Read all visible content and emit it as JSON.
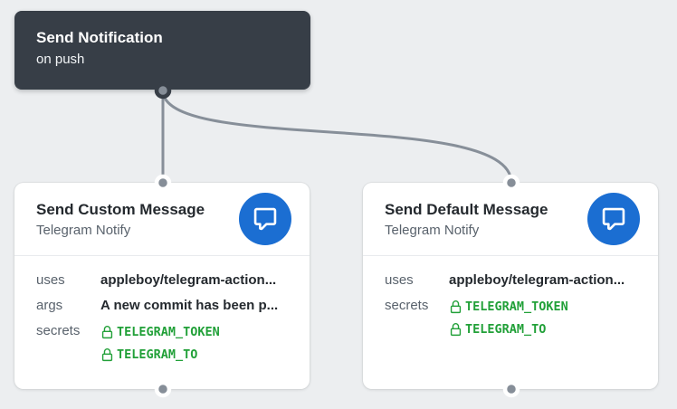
{
  "colors": {
    "background": "#eceef0",
    "trigger_card_bg": "#373e47",
    "edge_gray": "#878f99",
    "port_dot_gray": "#868e98",
    "badge_blue": "#1b6ed2",
    "secret_green": "#21a038",
    "title_dark": "#24292e",
    "muted_gray": "#59626c"
  },
  "trigger": {
    "title": "Send Notification",
    "subtitle": "on push"
  },
  "jobs": [
    {
      "title": "Send Custom Message",
      "subtitle": "Telegram Notify",
      "icon": "comment-icon",
      "rows": [
        {
          "label": "uses",
          "value": "appleboy/telegram-action..."
        },
        {
          "label": "args",
          "value": "A new commit has been p..."
        },
        {
          "label": "secrets",
          "secrets": [
            "TELEGRAM_TOKEN",
            "TELEGRAM_TO"
          ]
        }
      ]
    },
    {
      "title": "Send Default Message",
      "subtitle": "Telegram Notify",
      "icon": "comment-icon",
      "rows": [
        {
          "label": "uses",
          "value": "appleboy/telegram-action..."
        },
        {
          "label": "secrets",
          "secrets": [
            "TELEGRAM_TOKEN",
            "TELEGRAM_TO"
          ]
        }
      ]
    }
  ]
}
